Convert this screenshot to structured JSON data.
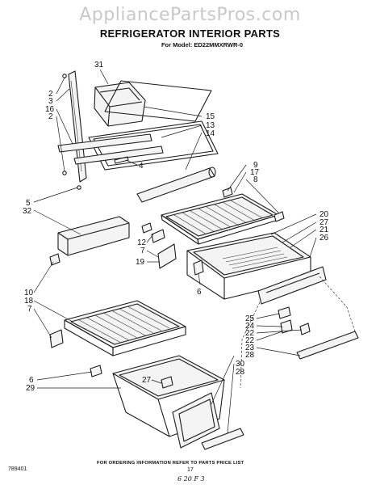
{
  "watermark": "AppliancePartsPros.com",
  "title": "REFRIGERATOR INTERIOR PARTS",
  "subtitle": "For Model: ED22MMXRWR-0",
  "footer": {
    "ordering_note": "FOR ORDERING INFORMATION REFER TO PARTS PRICE LIST",
    "doc_number": "789401",
    "page_number": "17",
    "handwritten": "6 20 F 3"
  },
  "callouts": {
    "c31": "31",
    "c2a": "2",
    "c3": "3",
    "c16": "16",
    "c2b": "2",
    "c15": "15",
    "c13": "13",
    "c14": "14",
    "c4": "4",
    "c5": "5",
    "c32": "32",
    "c9": "9",
    "c17": "17",
    "c8": "8",
    "c20": "20",
    "c27a": "27",
    "c21": "21",
    "c26": "26",
    "c12": "12",
    "c7a": "7",
    "c19": "19",
    "c6a": "6",
    "c10": "10",
    "c18": "18",
    "c7b": "7",
    "c25": "25",
    "c24": "24",
    "c22a": "22",
    "c22b": "22",
    "c23": "23",
    "c28a": "28",
    "c30": "30",
    "c28b": "28",
    "c6b": "6",
    "c29": "29",
    "c27b": "27"
  }
}
